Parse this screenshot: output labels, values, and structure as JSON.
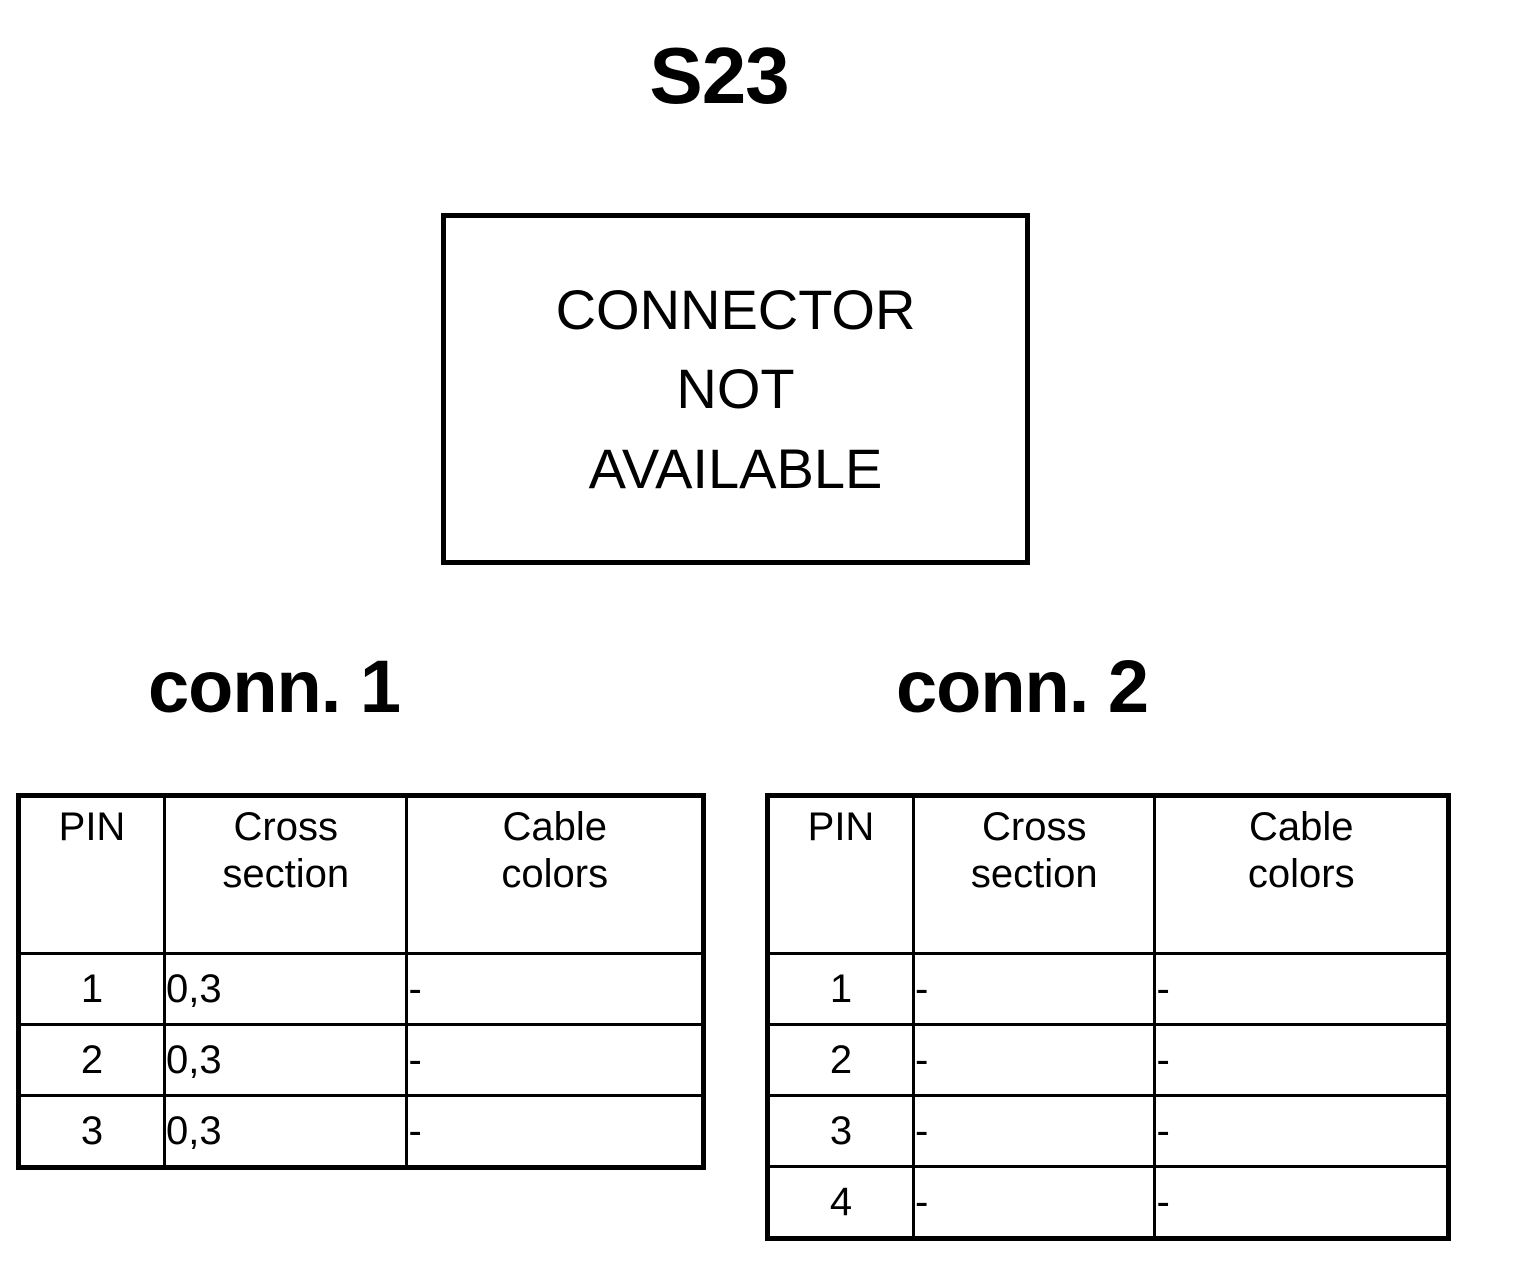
{
  "page": {
    "title": "S23"
  },
  "notice": {
    "lines": [
      "CONNECTOR",
      "NOT",
      "AVAILABLE"
    ]
  },
  "connectors": [
    {
      "heading": "conn. 1",
      "columns": {
        "pin": "PIN",
        "cross_section_line1": "Cross",
        "cross_section_line2": "section",
        "cable_colors_line1": "Cable",
        "cable_colors_line2": "colors"
      },
      "rows": [
        {
          "pin": "1",
          "cross_section": "0,3",
          "cable_colors": "-"
        },
        {
          "pin": "2",
          "cross_section": "0,3",
          "cable_colors": "-"
        },
        {
          "pin": "3",
          "cross_section": "0,3",
          "cable_colors": "-"
        }
      ]
    },
    {
      "heading": "conn. 2",
      "columns": {
        "pin": "PIN",
        "cross_section_line1": "Cross",
        "cross_section_line2": "section",
        "cable_colors_line1": "Cable",
        "cable_colors_line2": "colors"
      },
      "rows": [
        {
          "pin": "1",
          "cross_section": "-",
          "cable_colors": "-"
        },
        {
          "pin": "2",
          "cross_section": "-",
          "cable_colors": "-"
        },
        {
          "pin": "3",
          "cross_section": "-",
          "cable_colors": "-"
        },
        {
          "pin": "4",
          "cross_section": "-",
          "cable_colors": "-"
        }
      ]
    }
  ],
  "colors": {
    "background": "#ffffff",
    "ink": "#000000"
  }
}
